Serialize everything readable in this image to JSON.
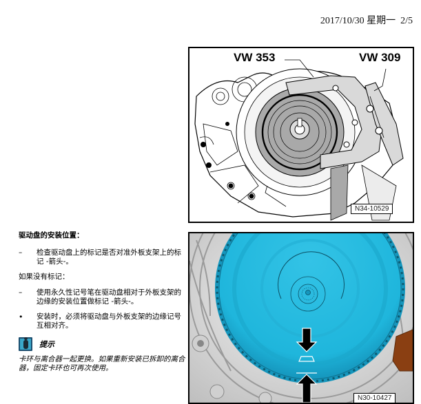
{
  "header": {
    "date": "2017/10/30",
    "weekday": "星期一",
    "page": "2/5"
  },
  "section": {
    "title": "驱动盘的安装位置："
  },
  "steps": [
    {
      "marker": "–",
      "type": "dash",
      "text": "检查驱动盘上的标记是否对准外板支架上的标记 -箭头-。"
    },
    {
      "marker": "",
      "type": "plain",
      "text": "如果没有标记："
    },
    {
      "marker": "–",
      "type": "dash",
      "text": "使用永久性记号笔在驱动盘相对于外板支架的边缘的安装位置做标记 -箭头-。"
    },
    {
      "marker": "•",
      "type": "bullet",
      "text": "安装时，必须将驱动盘与外板支架的边缘记号互相对齐。"
    }
  ],
  "note": {
    "icon": "info-icon",
    "title": "提示",
    "body": "卡环与离合器一起更换。如果重新安装已拆卸的离合器，固定卡环也可再次使用。"
  },
  "figures": [
    {
      "id": "fig1",
      "labels": [
        "VW 353",
        "VW 309"
      ],
      "code": "N34-10529",
      "colors": {
        "line": "#000000",
        "fill_gray": "#a9a9a9",
        "tool_gray": "#d9d9d9"
      }
    },
    {
      "id": "fig2",
      "code": "N30-10427",
      "colors": {
        "drive_plate": "#1fb6dc",
        "housing": "#e6e6e6",
        "bracket": "#8a3f12",
        "arrow": "#000000"
      }
    }
  ]
}
